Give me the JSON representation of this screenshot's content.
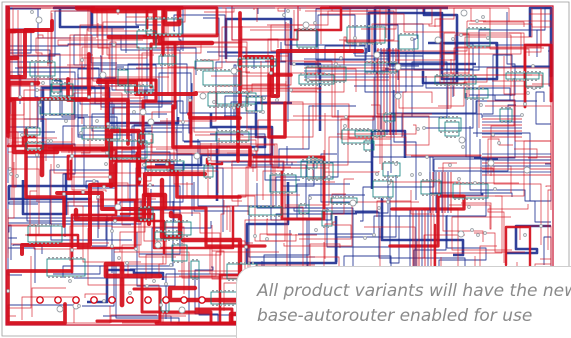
{
  "caption": {
    "line1": "All product variants will have the new",
    "line2": "base-autorouter enabled for use"
  },
  "colors": {
    "board_background": "#ffffff",
    "outline": "#c8102e",
    "top_layer_trace": "#d40d1a",
    "bottom_layer_trace": "#1b2c8f",
    "silkscreen": "#0b7d7a",
    "pad": "#9aa0a6",
    "caption_text": "#8a8a8a"
  },
  "icons": [
    "pcb-layout-image"
  ]
}
